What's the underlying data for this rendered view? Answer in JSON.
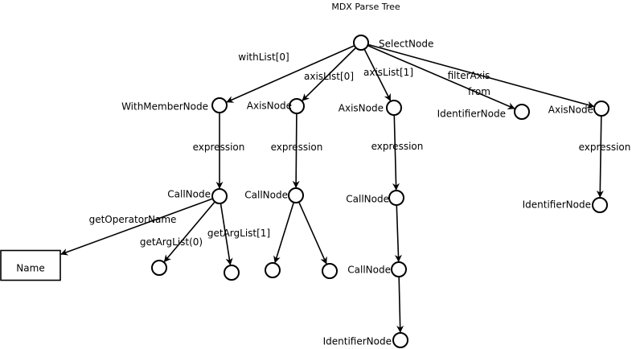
{
  "diagram": {
    "title": "MDX Parse Tree",
    "colors": {
      "stroke": "#000000",
      "background": "#ffffff"
    },
    "nodes": [
      {
        "id": "select",
        "label": "SelectNode"
      },
      {
        "id": "with",
        "label": "WithMemberNode"
      },
      {
        "id": "axis0",
        "label": "AxisNode"
      },
      {
        "id": "axis1",
        "label": "AxisNode"
      },
      {
        "id": "from",
        "label": "IdentifierNode"
      },
      {
        "id": "filter",
        "label": "AxisNode"
      },
      {
        "id": "call_with",
        "label": "CallNode"
      },
      {
        "id": "call_axis0",
        "label": "CallNode"
      },
      {
        "id": "call_axis1",
        "label": "CallNode"
      },
      {
        "id": "id_filter",
        "label": "IdentifierNode"
      },
      {
        "id": "arg_with_0",
        "label": ""
      },
      {
        "id": "arg_with_1",
        "label": ""
      },
      {
        "id": "arg_axis0_0",
        "label": ""
      },
      {
        "id": "arg_axis0_1",
        "label": ""
      },
      {
        "id": "call_axis1_inner",
        "label": "CallNode"
      },
      {
        "id": "id_axis1",
        "label": "IdentifierNode"
      },
      {
        "id": "name_box",
        "label": "Name"
      }
    ],
    "edges": [
      {
        "from": "select",
        "to": "with",
        "label": "withList[0]"
      },
      {
        "from": "select",
        "to": "axis0",
        "label": "axisList[0]"
      },
      {
        "from": "select",
        "to": "axis1",
        "label": "axisList[1]"
      },
      {
        "from": "select",
        "to": "from",
        "label": "from"
      },
      {
        "from": "select",
        "to": "filter",
        "label": "filterAxis"
      },
      {
        "from": "with",
        "to": "call_with",
        "label": "expression"
      },
      {
        "from": "axis0",
        "to": "call_axis0",
        "label": "expression"
      },
      {
        "from": "axis1",
        "to": "call_axis1",
        "label": "expression"
      },
      {
        "from": "filter",
        "to": "id_filter",
        "label": "expression"
      },
      {
        "from": "call_with",
        "to": "name_box",
        "label": "getOperatorName"
      },
      {
        "from": "call_with",
        "to": "arg_with_0",
        "label": "getArgList(0)"
      },
      {
        "from": "call_with",
        "to": "arg_with_1",
        "label": "getArgList[1]"
      },
      {
        "from": "call_axis0",
        "to": "arg_axis0_0",
        "label": ""
      },
      {
        "from": "call_axis0",
        "to": "arg_axis0_1",
        "label": ""
      },
      {
        "from": "call_axis1",
        "to": "call_axis1_inner",
        "label": ""
      },
      {
        "from": "call_axis1_inner",
        "to": "id_axis1",
        "label": ""
      }
    ]
  }
}
